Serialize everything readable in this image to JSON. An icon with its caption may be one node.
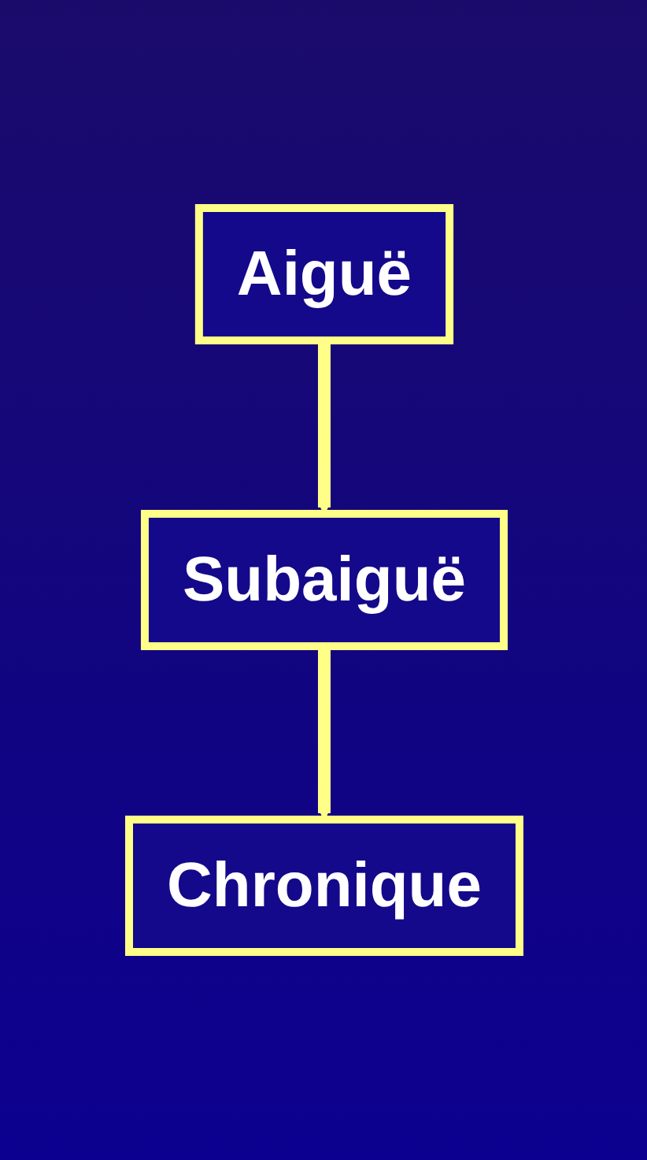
{
  "diagram": {
    "nodes": [
      {
        "text": [
          "Aiguë"
        ]
      },
      {
        "text": [
          "Subaiguë"
        ]
      },
      {
        "text": [
          "Chronique"
        ]
      }
    ],
    "edges": [
      {
        "from": 0,
        "to": 1,
        "arrow": "to"
      },
      {
        "from": 1,
        "to": 2,
        "arrow": "to"
      }
    ]
  }
}
